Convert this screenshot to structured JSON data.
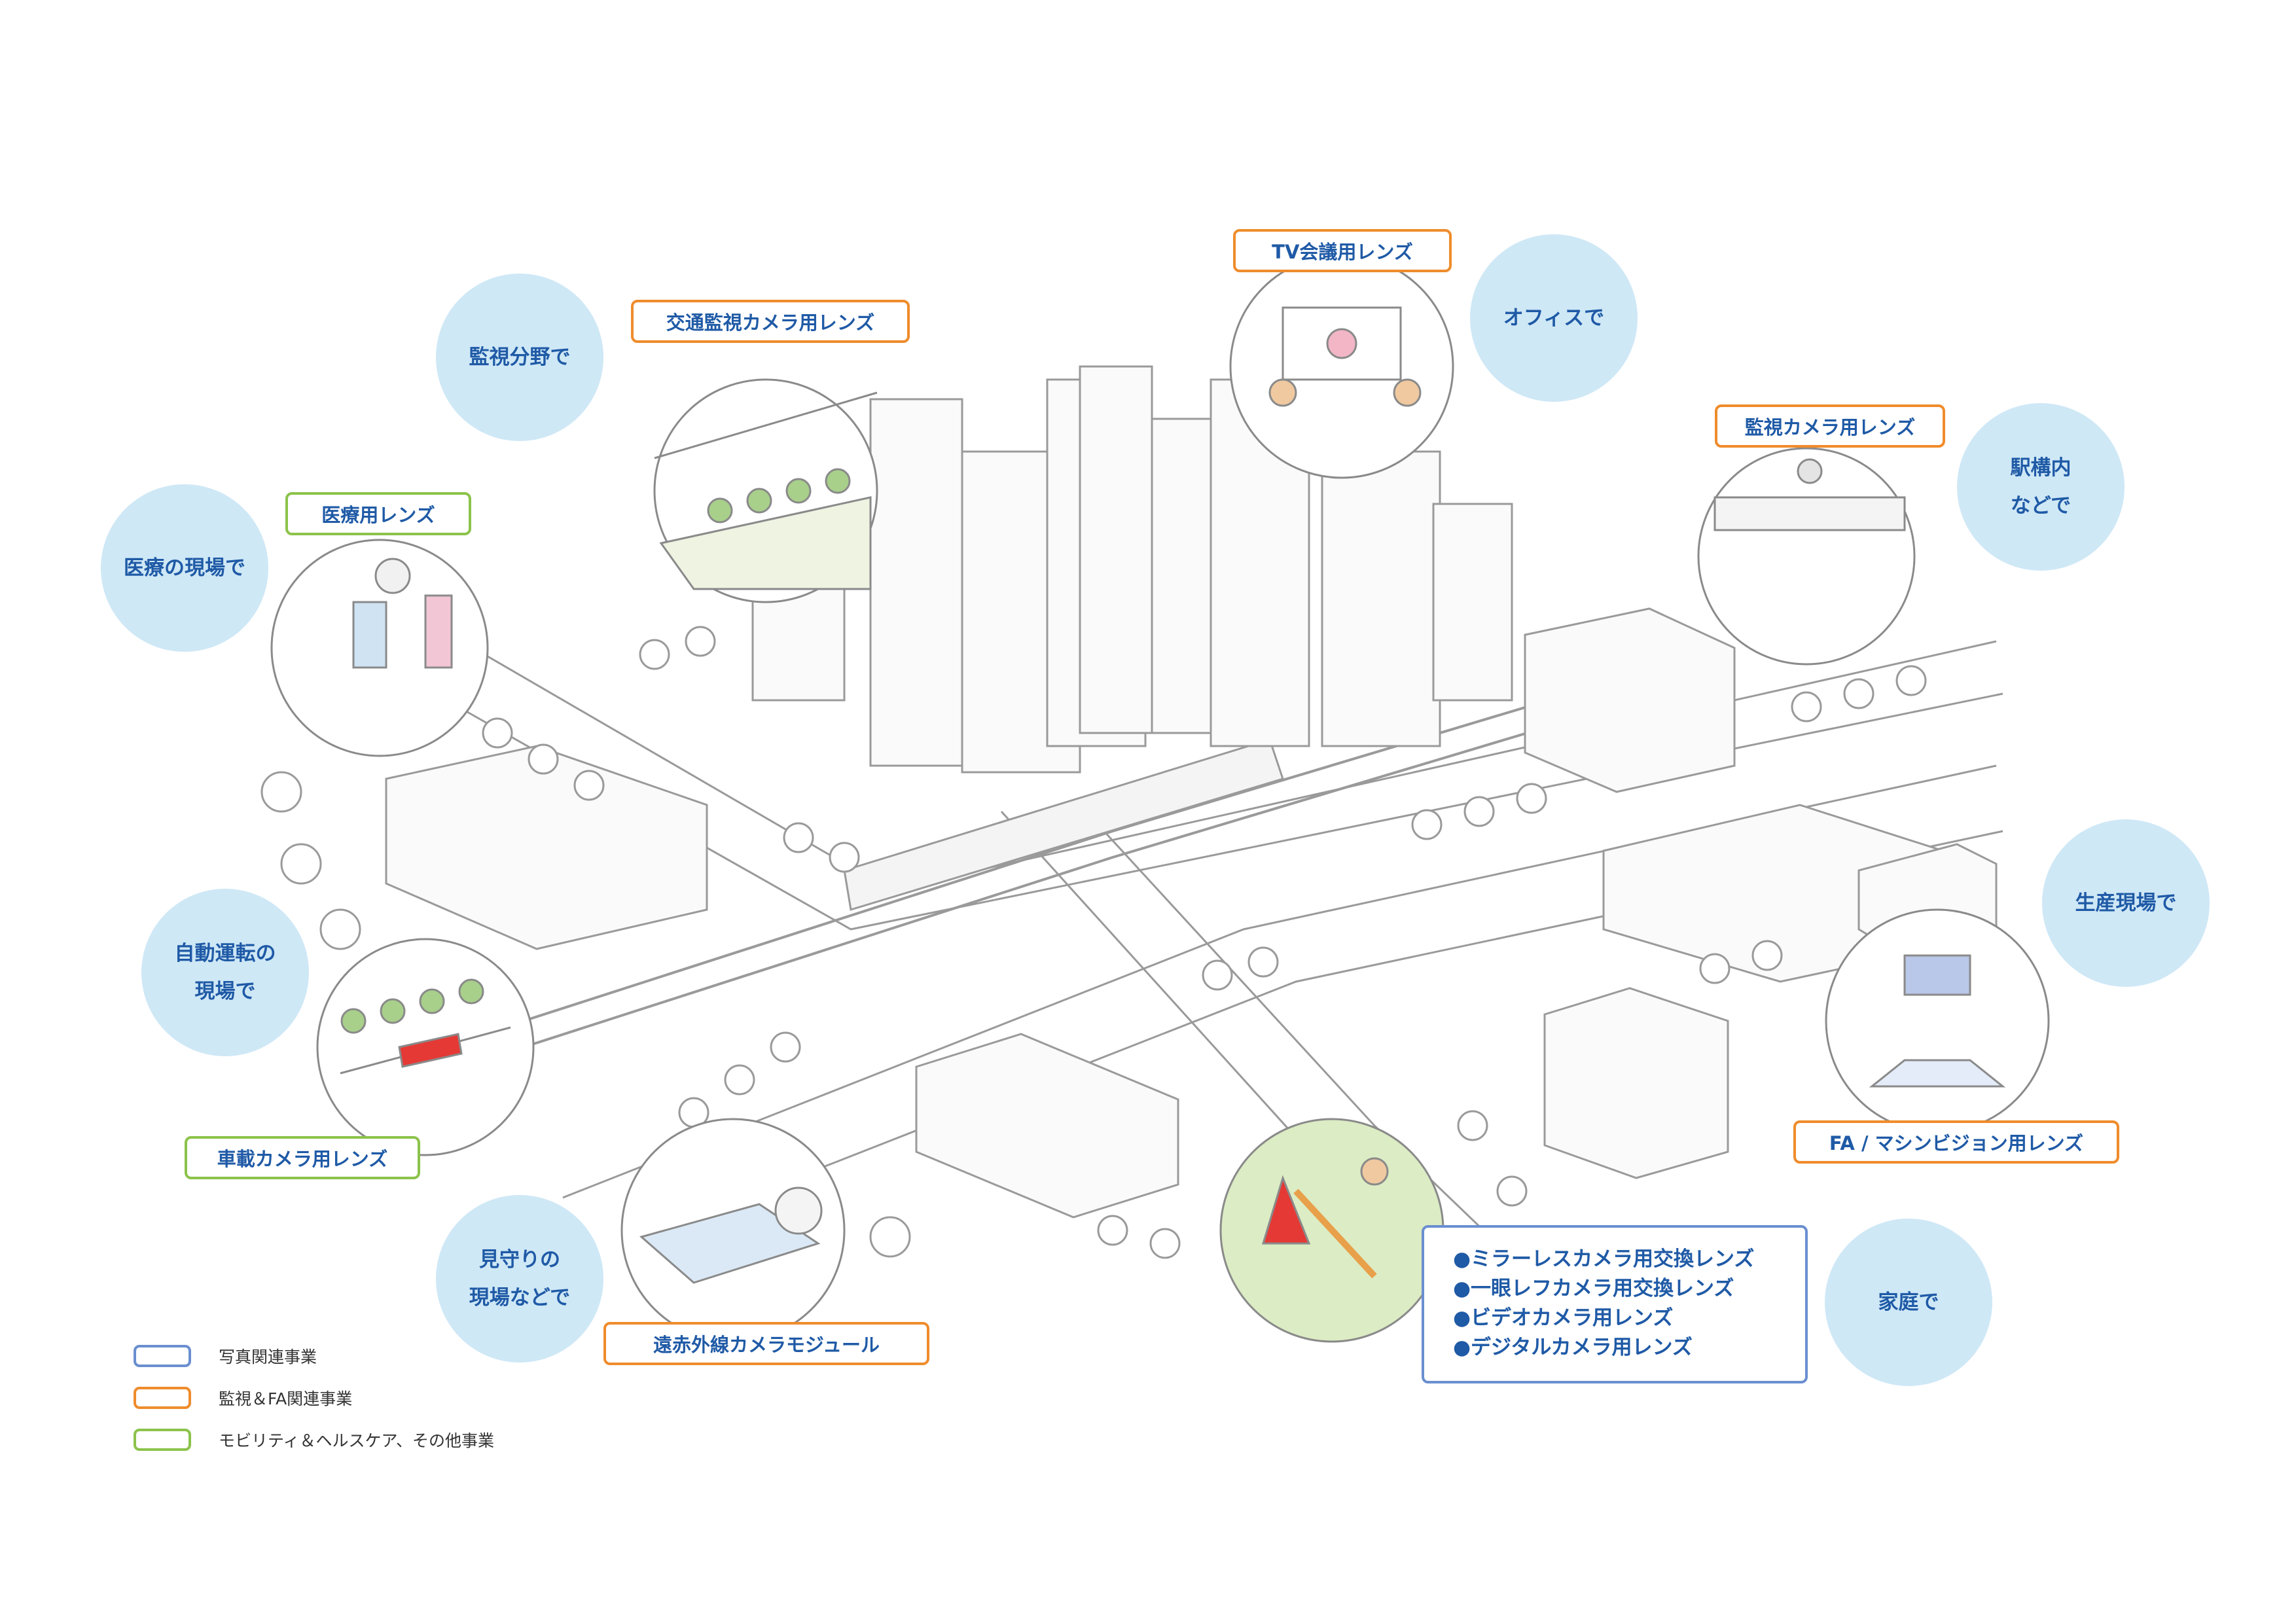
{
  "bubbles": {
    "surveillance": "監視分野で",
    "medical": "医療の現場で",
    "autonomous_l1": "自動運転の",
    "autonomous_l2": "現場で",
    "monitoring_l1": "見守りの",
    "monitoring_l2": "現場などで",
    "office": "オフィスで",
    "station_l1": "駅構内",
    "station_l2": "などで",
    "production": "生産現場で",
    "home": "家庭で"
  },
  "tags": {
    "traffic_camera": "交通監視カメラ用レンズ",
    "medical_lens": "医療用レンズ",
    "tv_conference": "TV会議用レンズ",
    "security_camera": "監視カメラ用レンズ",
    "car_camera": "車載カメラ用レンズ",
    "infrared_module": "遠赤外線カメラモジュール",
    "fa_machine_vision": "FA / マシンビジョン用レンズ"
  },
  "home_products": [
    "●ミラーレスカメラ用交換レンズ",
    "●一眼レフカメラ用交換レンズ",
    "●ビデオカメラ用レンズ",
    "●デジタルカメラ用レンズ"
  ],
  "legend": [
    {
      "label": "写真関連事業",
      "color": "#6a8fd0"
    },
    {
      "label": "監視＆FA関連事業",
      "color": "#ef8c2c"
    },
    {
      "label": "モビリティ＆ヘルスケア、その他事業",
      "color": "#8cc34b"
    }
  ],
  "colors": {
    "bubble_fill": "#cfe8f6",
    "label_text": "#1f5aa6",
    "photo_business": "#6a8fd0",
    "surveillance_fa_business": "#ef8c2c",
    "mobility_healthcare_business": "#8cc34b"
  }
}
